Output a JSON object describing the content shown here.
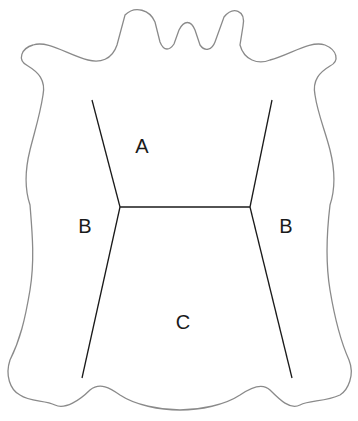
{
  "diagram": {
    "labels": [
      "A",
      "B",
      "B",
      "C"
    ]
  }
}
